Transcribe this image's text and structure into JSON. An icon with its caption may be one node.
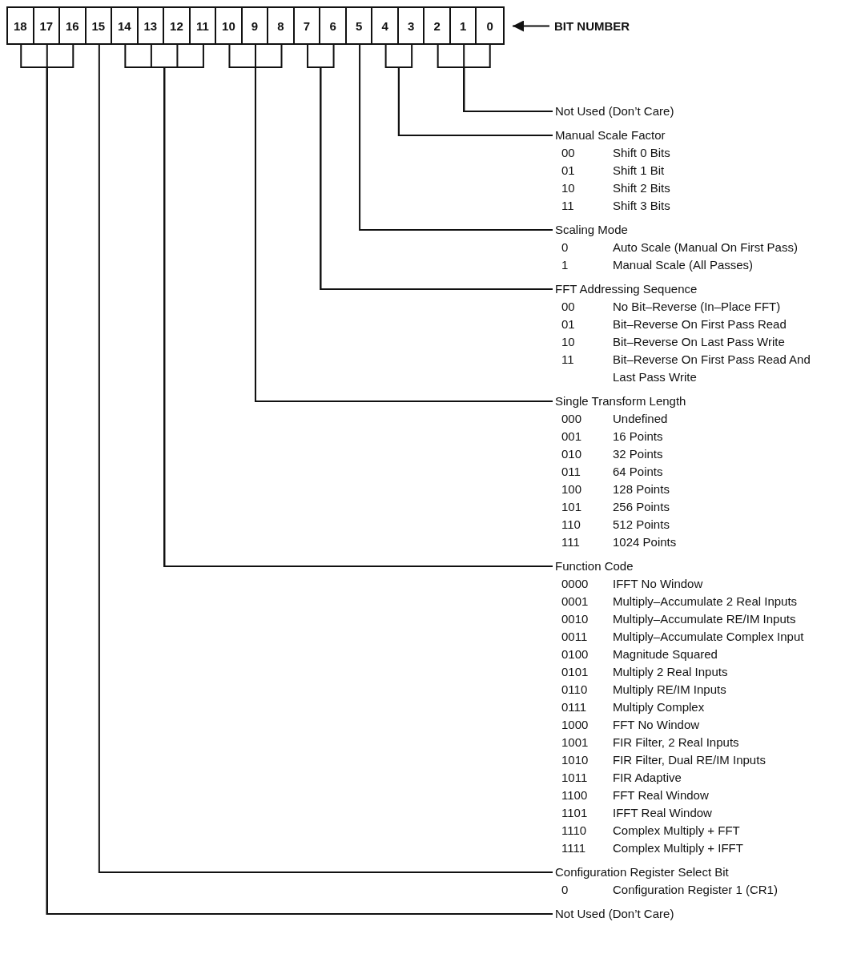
{
  "diagram": {
    "nodes": [
      {
        "text": [],
        "shape": "box"
      },
      {
        "text": [
          "18"
        ],
        "in": 0
      },
      {
        "text": [
          "17"
        ],
        "in": 0
      },
      {
        "text": [
          "16"
        ],
        "in": 0
      },
      {
        "text": [
          "15"
        ],
        "in": 0
      },
      {
        "text": [
          "14"
        ],
        "in": 0
      },
      {
        "text": [
          "13"
        ],
        "in": 0
      },
      {
        "text": [
          "12"
        ],
        "in": 0
      },
      {
        "text": [
          "11"
        ],
        "in": 0
      },
      {
        "text": [
          "10"
        ],
        "in": 0
      },
      {
        "text": [
          "9"
        ],
        "in": 0
      },
      {
        "text": [
          "8"
        ],
        "in": 0
      },
      {
        "text": [
          "7"
        ],
        "in": 0
      },
      {
        "text": [
          "6"
        ],
        "in": 0
      },
      {
        "text": [
          "5"
        ],
        "in": 0
      },
      {
        "text": [
          "4"
        ],
        "in": 0
      },
      {
        "text": [
          "3"
        ],
        "in": 0
      },
      {
        "text": [
          "2"
        ],
        "in": 0
      },
      {
        "text": [
          "1"
        ],
        "in": 0
      },
      {
        "text": [
          "0"
        ],
        "in": 0
      },
      {
        "text": [
          "BIT NUMBER"
        ]
      },
      {
        "text": [
          "Not Used (Don’t Care)"
        ]
      },
      {
        "text": [
          "Manual Scale Factor",
          "00",
          "Shift 0 Bits",
          "01",
          "Shift 1 Bit",
          "10",
          "Shift 2 Bits",
          "11",
          "Shift 3 Bits"
        ]
      },
      {
        "text": [
          "Scaling Mode",
          "0",
          "Auto Scale (Manual On First Pass)",
          "1",
          "Manual Scale (All Passes)"
        ]
      },
      {
        "text": [
          "FFT Addressing Sequence",
          "00",
          "No Bit–Reverse (In–Place FFT)",
          "01",
          "Bit–Reverse On First Pass Read",
          "10",
          "Bit–Reverse On Last Pass Write",
          "11",
          "Bit–Reverse On First Pass Read And Last Pass Write"
        ]
      },
      {
        "text": [
          "Single Transform Length",
          "000",
          "Undefined",
          "001",
          "16 Points",
          "010",
          "32 Points",
          "011",
          "64 Points",
          "100",
          "128 Points",
          "101",
          "256 Points",
          "110",
          "512 Points",
          "111",
          "1024 Points"
        ]
      },
      {
        "text": [
          "Function Code",
          "0000",
          "IFFT No Window",
          "0001",
          "Multiply–Accumulate 2 Real Inputs",
          "0010",
          "Multiply–Accumulate RE/IM Inputs",
          "0011",
          "Multiply–Accumulate Complex Input",
          "0100",
          "Magnitude Squared",
          "0101",
          "Multiply 2 Real Inputs",
          "0110",
          "Multiply RE/IM Inputs",
          "0111",
          "Multiply Complex",
          "1000",
          "FFT No Window",
          "1001",
          "FIR Filter, 2 Real Inputs",
          "1010",
          "FIR Filter, Dual RE/IM Inputs",
          "1011",
          "FIR Adaptive",
          "1100",
          "FFT Real Window",
          "1101",
          "IFFT Real Window",
          "1110",
          "Complex Multiply + FFT",
          "1111",
          "Complex Multiply + IFFT"
        ]
      },
      {
        "text": [
          "Configuration Register Select Bit",
          "0",
          "Configuration Register 1 (CR1)"
        ]
      },
      {
        "text": [
          "Not Used (Don’t Care)"
        ]
      }
    ],
    "edges": [
      {
        "from": 20,
        "to": 0,
        "arrow": "to"
      },
      {
        "from": 17,
        "to": 21,
        "arrow": "none"
      },
      {
        "from": 18,
        "to": 21,
        "arrow": "none"
      },
      {
        "from": 19,
        "to": 21,
        "arrow": "none"
      },
      {
        "from": 15,
        "to": 22,
        "arrow": "none"
      },
      {
        "from": 16,
        "to": 22,
        "arrow": "none"
      },
      {
        "from": 14,
        "to": 23,
        "arrow": "none"
      },
      {
        "from": 12,
        "to": 24,
        "arrow": "none"
      },
      {
        "from": 13,
        "to": 24,
        "arrow": "none"
      },
      {
        "from": 9,
        "to": 25,
        "arrow": "none"
      },
      {
        "from": 10,
        "to": 25,
        "arrow": "none"
      },
      {
        "from": 11,
        "to": 25,
        "arrow": "none"
      },
      {
        "from": 5,
        "to": 26,
        "arrow": "none"
      },
      {
        "from": 6,
        "to": 26,
        "arrow": "none"
      },
      {
        "from": 7,
        "to": 26,
        "arrow": "none"
      },
      {
        "from": 8,
        "to": 26,
        "arrow": "none"
      },
      {
        "from": 4,
        "to": 27,
        "arrow": "none"
      },
      {
        "from": 1,
        "to": 28,
        "arrow": "none"
      },
      {
        "from": 2,
        "to": 28,
        "arrow": "none"
      },
      {
        "from": 3,
        "to": 28,
        "arrow": "none"
      }
    ]
  }
}
